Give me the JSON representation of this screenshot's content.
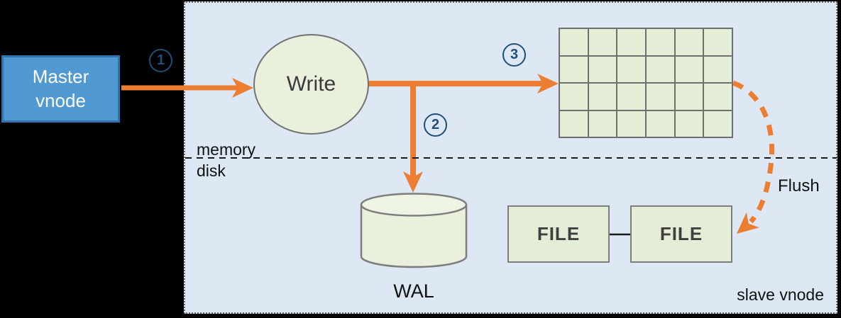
{
  "master_vnode": {
    "line1": "Master",
    "line2": "vnode"
  },
  "write_node": {
    "label": "Write"
  },
  "wal": {
    "label": "WAL"
  },
  "file_boxes": {
    "left_label": "FILE",
    "right_label": "FILE"
  },
  "labels": {
    "memory": "memory",
    "disk": "disk",
    "flush": "Flush",
    "slave_vnode": "slave vnode"
  },
  "step_labels": [
    "1",
    "2",
    "3"
  ],
  "colors": {
    "canvas_bg": "#000000",
    "container_bg": "#dde8f4",
    "container_border": "#6e6e6e",
    "master_fill": "#5199d3",
    "master_border": "#3272ac",
    "node_fill": "#e9f1dd",
    "grid_cell_fill": "#e4eed7",
    "node_border": "#7d7d7d",
    "arrow_orange": "#ed7d31",
    "step_circle_blue": "#1f4e79",
    "divider_black": "#1a1a1a"
  }
}
